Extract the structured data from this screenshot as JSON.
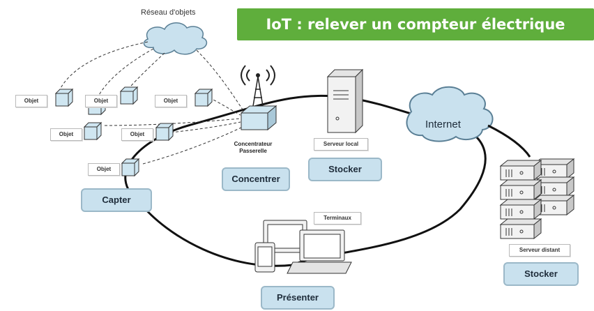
{
  "title": "IoT : relever un compteur électrique",
  "network_label": "Réseau d'objets",
  "internet_label": "Internet",
  "object_label": "Objet",
  "gateway_label": [
    "Concentrateur",
    "Passerelle"
  ],
  "local_server_label": "Serveur local",
  "remote_server_label": "Serveur distant",
  "terminals_label": "Terminaux",
  "roles": {
    "capter": "Capter",
    "concentrer": "Concentrer",
    "stocker_local": "Stocker",
    "stocker_distant": "Stocker",
    "presenter": "Présenter"
  },
  "colors": {
    "banner": "#5fae3c",
    "role_fill": "#c9e1ee",
    "device_fill": "#cfe6f1",
    "cloud_fill": "#c9e1ee"
  }
}
